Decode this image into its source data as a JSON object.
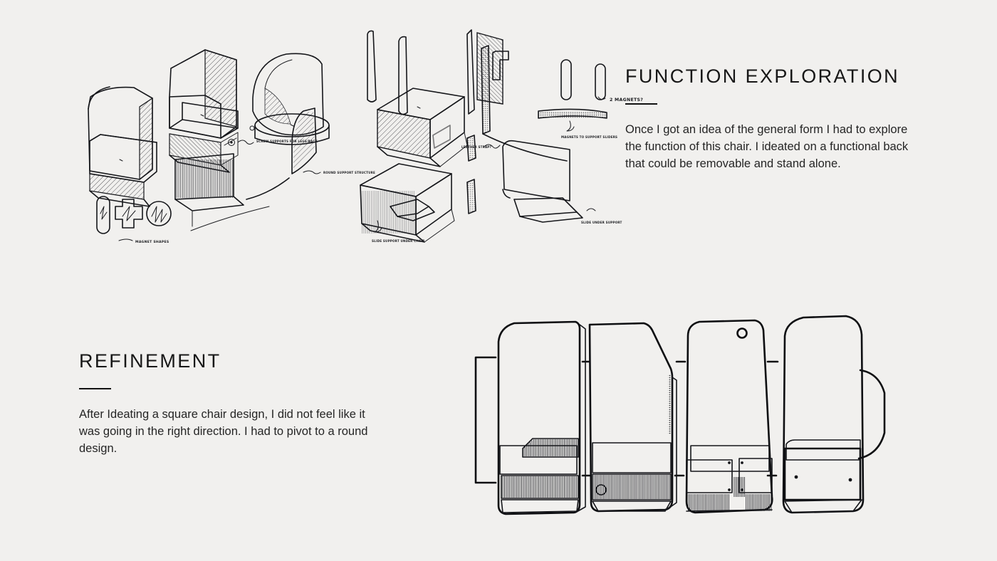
{
  "page": {
    "background_color": "#f1f0ee",
    "ink_color": "#15161a",
    "shade_gray": "#9a9896"
  },
  "sections": [
    {
      "id": "function-exploration",
      "title": "FUNCTION EXPLORATION",
      "body": "Once I got an idea of the general form I had to explore the function of this chair. I ideated on a functional back that could be removable and stand alone."
    },
    {
      "id": "refinement",
      "title": "REFINEMENT",
      "body": "After Ideating a square chair design, I did not feel like it was going in the right direction. I had to pivot to a round design."
    }
  ],
  "sketch_annotations": {
    "magnet_shapes": "MAGNET SHAPES",
    "screw_supports": "SCREW SUPPORTS FOR LEGS/BACK",
    "round_support_structure": "ROUND SUPPORT STRUCTURE",
    "two_magnets": "2 MAGNETS?",
    "magnets_to_support_sliders": "MAGNETS TO SUPPORT SLIDERS",
    "leather_strap": "LEATHER STRAP?",
    "slide_support_under_chair": "SLIDE SUPPORT UNDER CHAIR",
    "slide_under_support": "SLIDE UNDER SUPPORT"
  },
  "refinement_figures": [
    {
      "name": "chair-elevation-1",
      "fill": "white",
      "note": "angled seat front, ribbed base"
    },
    {
      "name": "chair-elevation-2",
      "fill": "white",
      "note": "tapered back with perforated edge"
    },
    {
      "name": "chair-elevation-3",
      "fill": "white",
      "note": "rounded taper with corner hole and twin panels"
    },
    {
      "name": "chair-elevation-4",
      "fill": "gray",
      "note": "shaded round design with side flap"
    }
  ]
}
